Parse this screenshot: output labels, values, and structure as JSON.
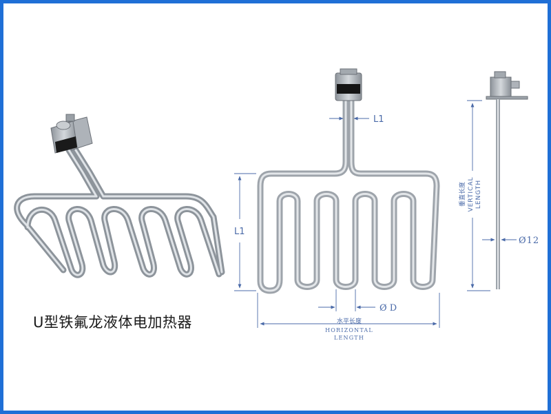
{
  "title": "U型铁氟龙液体电加热器",
  "labels": {
    "l1_stem": "L1",
    "l1_side": "L1",
    "diameter_d": "Ø D",
    "horizontal_cn": "水平长度",
    "horizontal_en_1": "HORIZONTAL",
    "horizontal_en_2": "LENGTH",
    "vertical_cn": "垂直长度",
    "vertical_en_1": "VERTICAL",
    "vertical_en_2": "LENGTH",
    "diameter_12": "Ø12"
  },
  "colors": {
    "border": "#1f6fd6",
    "tube": "#b9bfc6",
    "dimension": "#4a6aa8"
  }
}
